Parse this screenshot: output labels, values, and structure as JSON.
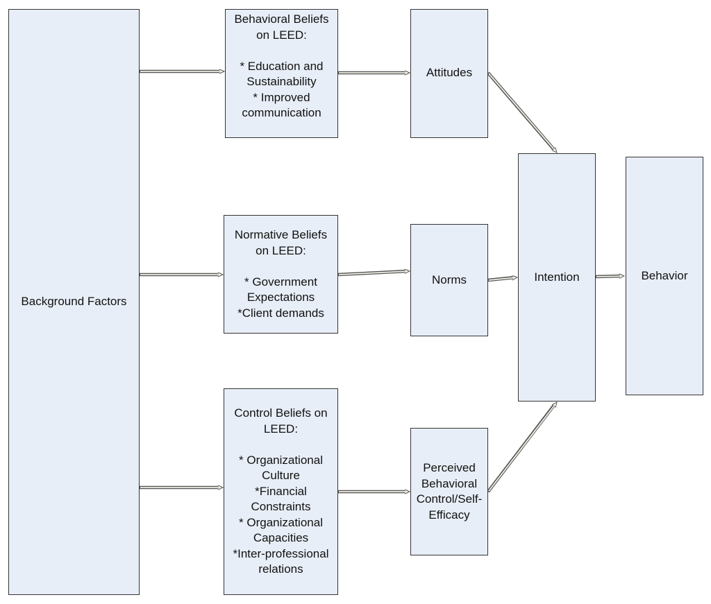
{
  "diagram": {
    "nodes": {
      "background_factors": "Background Factors",
      "behavioral_beliefs": "Behavioral Beliefs\non LEED:\n\n* Education and\nSustainability\n* Improved\ncommunication",
      "normative_beliefs": "Normative Beliefs\non LEED:\n\n* Government\nExpectations\n*Client demands",
      "control_beliefs": "Control Beliefs on\nLEED:\n\n* Organizational\nCulture\n*Financial\nConstraints\n* Organizational\nCapacities\n*Inter-professional\nrelations",
      "attitudes": "Attitudes",
      "norms": "Norms",
      "perceived_control": "Perceived\nBehavioral\nControl/Self-\nEfficacy",
      "intention": "Intention",
      "behavior": "Behavior"
    },
    "edges": [
      {
        "from": "Background Factors",
        "to": "Behavioral Beliefs"
      },
      {
        "from": "Background Factors",
        "to": "Normative Beliefs"
      },
      {
        "from": "Background Factors",
        "to": "Control Beliefs"
      },
      {
        "from": "Behavioral Beliefs",
        "to": "Attitudes"
      },
      {
        "from": "Normative Beliefs",
        "to": "Norms"
      },
      {
        "from": "Control Beliefs",
        "to": "Perceived Behavioral Control/Self-Efficacy"
      },
      {
        "from": "Attitudes",
        "to": "Intention"
      },
      {
        "from": "Norms",
        "to": "Intention"
      },
      {
        "from": "Perceived Behavioral Control/Self-Efficacy",
        "to": "Intention"
      },
      {
        "from": "Intention",
        "to": "Behavior"
      }
    ],
    "colors": {
      "box_fill": "#e8eef7",
      "box_border": "#333333",
      "arrow_fill": "#e8e8d8",
      "arrow_stroke": "#555555"
    }
  }
}
